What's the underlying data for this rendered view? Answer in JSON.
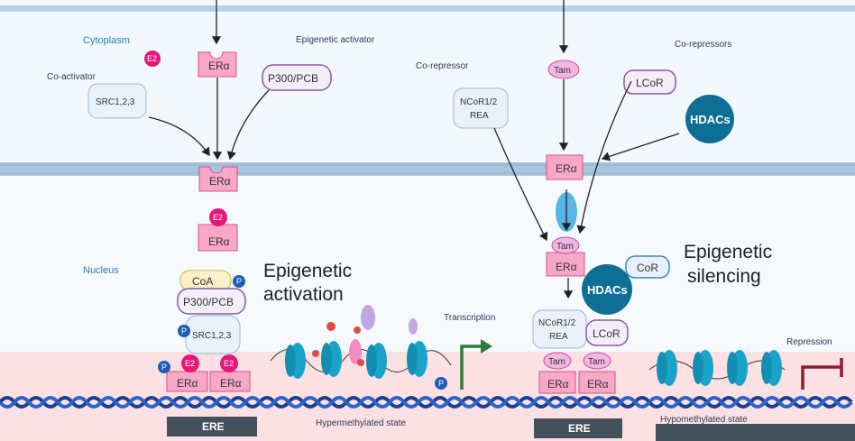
{
  "labels": {
    "cytoplasm": "Cytoplasm",
    "nucleus": "Nucleus",
    "co_activator": "Co-activator",
    "epigenetic_activator": "Epigenetic activator",
    "co_repressor": "Co-repressor",
    "co_repressors": "Co-repressors",
    "transcription": "Transcription",
    "repression": "Repression",
    "hypermethylated": "Hypermethylated state",
    "hypomethylated": "Hypomethylated state",
    "activation_line1": "Epigenetic",
    "activation_line2": "activation",
    "silencing_line1": "Epigenetic",
    "silencing_line2": "silencing"
  },
  "molecules": {
    "era": "ERα",
    "e2": "E2",
    "tam": "Tam",
    "src": "SRC1,2,3",
    "p300": "P300/PCB",
    "coa": "CoA",
    "ncor_line1": "NCoR1/2",
    "ncor_line2": "REA",
    "lcor": "LCoR",
    "hdacs": "HDACs",
    "cor": "CoR",
    "ere": "ERE",
    "p": "P"
  },
  "colors": {
    "era_fill": "#f7a8c6",
    "era_stroke": "#d9508b",
    "e2_fill": "#e6177a",
    "tam_fill": "#f3b6e0",
    "p300_stroke": "#8a5aa8",
    "src_fill": "#e9f1fb",
    "hdacs_fill": "#0f6e95",
    "nucleosome": "#1aa3c8",
    "membrane": "#a9c5dd",
    "nucleus_bg": "#fbe1e4",
    "ere_fill": "#44505c",
    "arrow_green": "#2f7a3a",
    "arrow_red": "#8e1d2e",
    "phos": "#1c5fb5"
  }
}
